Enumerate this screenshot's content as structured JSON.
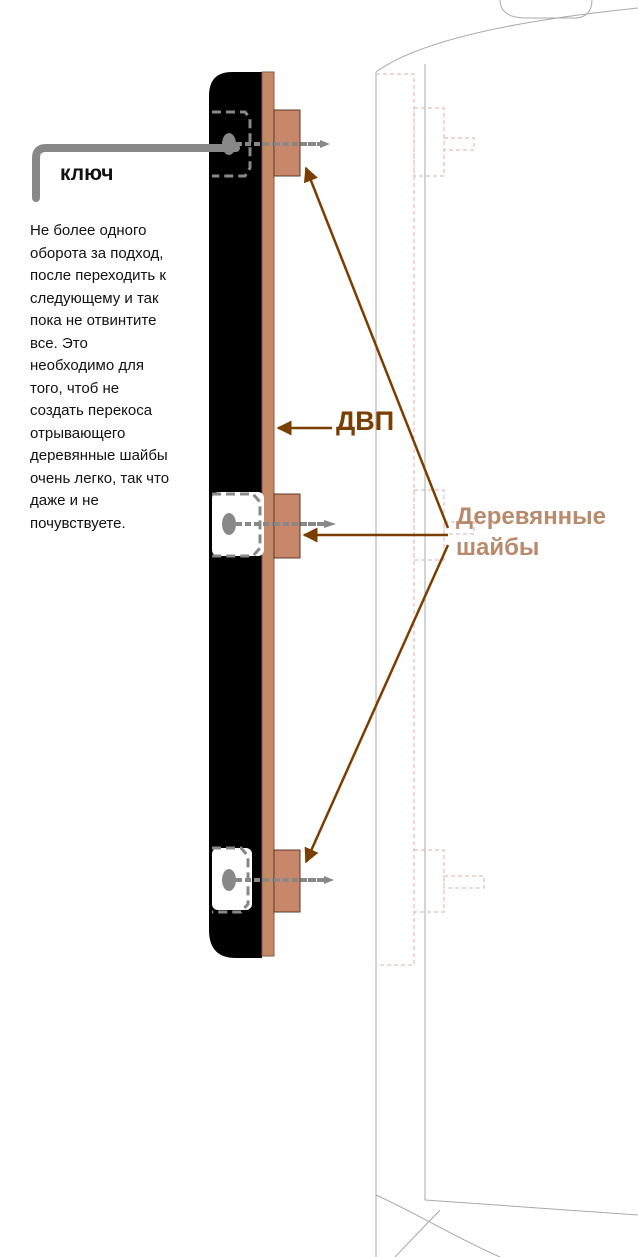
{
  "labels": {
    "key": "ключ",
    "dvp": "ДВП",
    "washers_line1": "Деревянные",
    "washers_line2": "шайбы"
  },
  "note": {
    "lines": [
      "Не более одного",
      "оборота за подход,",
      "после переходить к",
      "следующему и так",
      "пока  не отвинтите",
      "все. Это",
      "необходимо для",
      "того, чтоб не",
      "создать перекоса",
      "отрывающего",
      "деревянные шайбы",
      "очень легко, так что",
      "даже и не",
      "почувствуете."
    ]
  },
  "colors": {
    "panel": "#000000",
    "fiberboard": "#c48a68",
    "washer": "#c8876a",
    "arrow": "#7a3e00",
    "dvp_text": "#7a3e00",
    "washer_text": "#b98a6c",
    "screw": "#888888",
    "cabinet_line": "#a0a0a0",
    "dashed": "#e2aeae"
  }
}
